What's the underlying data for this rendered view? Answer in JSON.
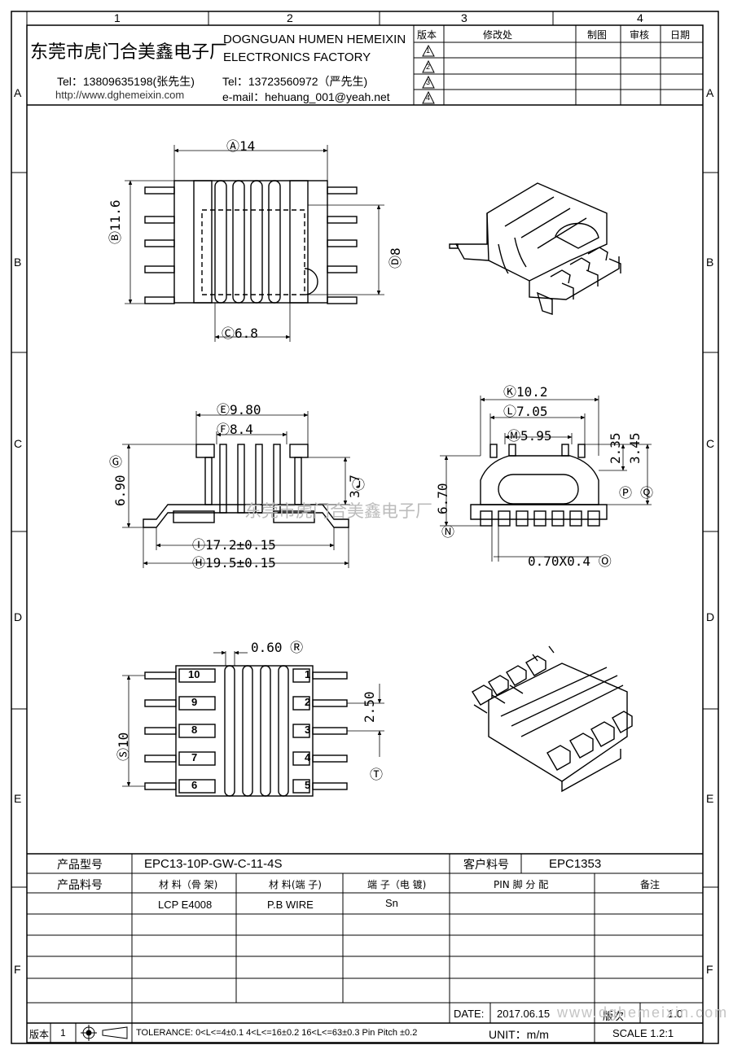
{
  "frame": {
    "col_labels": [
      "1",
      "2",
      "3",
      "4"
    ],
    "row_labels": [
      "A",
      "B",
      "C",
      "D",
      "E",
      "F"
    ]
  },
  "company": {
    "name_cn": "东莞市虎门合美鑫电子厂",
    "name_en_1": "DOGNGUAN HUMEN HEMEIXIN",
    "name_en_2": "ELECTRONICS FACTORY",
    "tel_1": "Tel：13809635198(张先生)",
    "tel_2": "Tel：13723560972（严先生)",
    "url": "http://www.dghemeixin.com",
    "email": "e-mail：hehuang_001@yeah.net"
  },
  "revision_table": {
    "headers": [
      "版本",
      "修改处",
      "制图",
      "审核",
      "日期"
    ],
    "rows": [
      "1",
      "2",
      "3",
      "4"
    ]
  },
  "views": {
    "top": {
      "A": "14",
      "B": "11.6",
      "C": "6.8",
      "D": "8"
    },
    "front": {
      "E": "9.80",
      "F": "8.4",
      "G": "6.90",
      "I": "17.2±0.15",
      "H": "19.5±0.15",
      "J": "3.7"
    },
    "side": {
      "K": "10.2",
      "L": "7.05",
      "M": "5.95",
      "N": "6.70",
      "P": "2.35",
      "Q": "3.45",
      "O": "0.70X0.4"
    },
    "bottom": {
      "R": "0.60",
      "S": "10",
      "T": "2.50",
      "pins_left": [
        "10",
        "9",
        "8",
        "7",
        "6"
      ],
      "pins_right": [
        "1",
        "2",
        "3",
        "4",
        "5"
      ]
    },
    "watermark": "东莞市虎门合美鑫电子厂",
    "watermark_url": "www.dghemeixin.com"
  },
  "title_block": {
    "product_model_label": "产品型号",
    "product_model": "EPC13-10P-GW-C-11-4S",
    "customer_pn_label": "客户料号",
    "customer_pn": "EPC1353",
    "product_pn_label": "产品料号",
    "col_bobbin": "材 料（骨 架)",
    "col_terminal": "材 料(端 子)",
    "col_plating": "端 子（电 镀)",
    "col_pin": "PIN 脚 分 配",
    "col_remark": "备注",
    "bobbin_material": "LCP E4008",
    "terminal_material": "P.B WIRE",
    "plating": "Sn",
    "date_label": "DATE:",
    "date": "2017.06.15",
    "version_label": "版次",
    "version_value": "1.0",
    "unit": "UNIT：m/m",
    "scale": "SCALE  1.2:1",
    "rev_label": "版本",
    "rev_value": "1",
    "tolerance": "TOLERANCE:  0<L<=4±0.1  4<L<=16±0.2  16<L<=63±0.3  Pin Pitch  ±0.2"
  }
}
